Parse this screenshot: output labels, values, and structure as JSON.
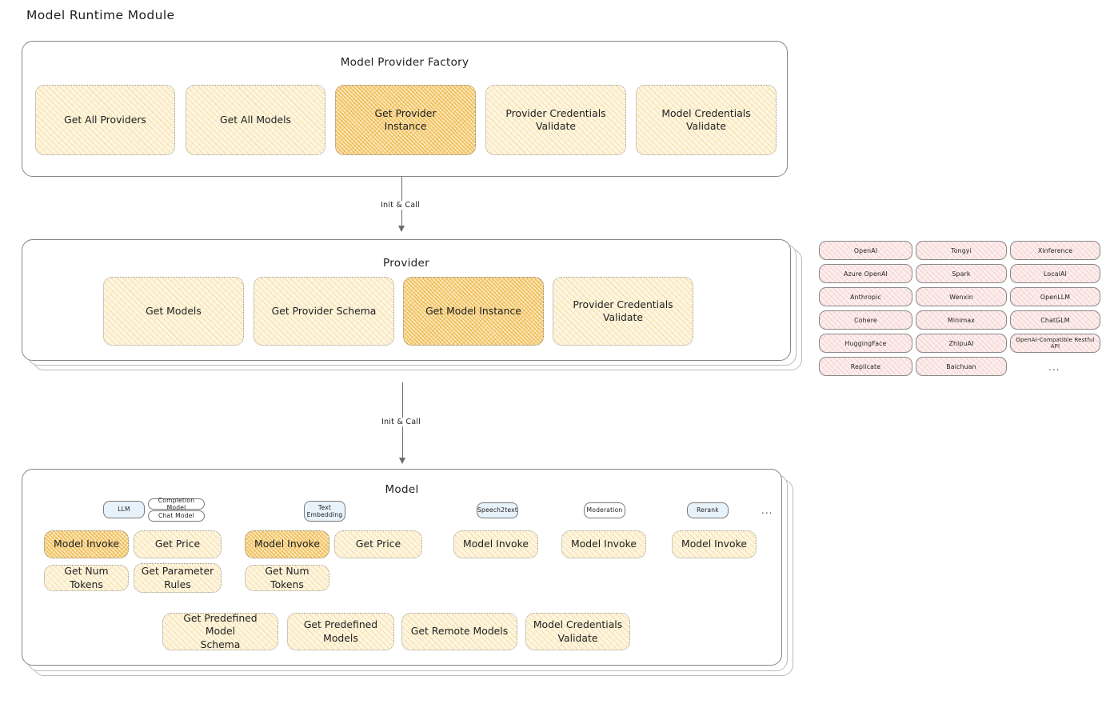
{
  "page": {
    "title": "Model Runtime Module"
  },
  "colors": {
    "node_fill": "#fdf6e3",
    "node_highlight_fill": "#fbe9bd",
    "node_stroke": "#9c9c9c",
    "panel_stroke": "#868686",
    "badge_blue": "#e8f2fb",
    "chip_pink": "#fcefee",
    "arrow": "#6d6d6d",
    "text": "#1e1e1e"
  },
  "factory": {
    "title": "Model Provider Factory",
    "nodes": [
      {
        "label": "Get All Providers",
        "highlight": false
      },
      {
        "label": "Get All Models",
        "highlight": false
      },
      {
        "label": "Get Provider\nInstance",
        "highlight": true
      },
      {
        "label": "Provider Credentials\nValidate",
        "highlight": false
      },
      {
        "label": "Model Credentials\nValidate",
        "highlight": false
      }
    ]
  },
  "arrow_factory_to_provider": {
    "label": "Init & Call"
  },
  "provider": {
    "title": "Provider",
    "nodes": [
      {
        "label": "Get Models",
        "highlight": false
      },
      {
        "label": "Get Provider Schema",
        "highlight": false
      },
      {
        "label": "Get Model Instance",
        "highlight": true
      },
      {
        "label": "Provider Credentials\nValidate",
        "highlight": false
      }
    ]
  },
  "arrow_provider_to_model": {
    "label": "Init & Call"
  },
  "provider_list": {
    "ellipsis": "...",
    "columns": [
      [
        "OpenAI",
        "Azure OpenAI",
        "Anthropic",
        "Cohere",
        "HuggingFace",
        "Replicate"
      ],
      [
        "Tongyi",
        "Spark",
        "Wenxin",
        "Minimax",
        "ZhipuAI",
        "Baichuan"
      ],
      [
        "Xinference",
        "LocalAI",
        "OpenLLM",
        "ChatGLM",
        "OpenAI-Compatible Restful API"
      ]
    ]
  },
  "model": {
    "title": "Model",
    "ellipsis": "...",
    "types": [
      {
        "name": "LLM",
        "sub_badges": [
          "Completion Model",
          "Chat Model"
        ],
        "nodes": [
          {
            "label": "Model Invoke",
            "highlight": true
          },
          {
            "label": "Get Price",
            "highlight": false
          },
          {
            "label": "Get Num Tokens",
            "highlight": false
          },
          {
            "label": "Get Parameter\nRules",
            "highlight": false
          }
        ]
      },
      {
        "name": "Text\nEmbedding",
        "sub_badges": [],
        "nodes": [
          {
            "label": "Model Invoke",
            "highlight": true
          },
          {
            "label": "Get Price",
            "highlight": false
          },
          {
            "label": "Get Num Tokens",
            "highlight": false
          }
        ]
      },
      {
        "name": "Speech2text",
        "sub_badges": [],
        "nodes": [
          {
            "label": "Model Invoke",
            "highlight": false
          }
        ]
      },
      {
        "name": "Moderation",
        "sub_badges": [],
        "nodes": [
          {
            "label": "Model Invoke",
            "highlight": false
          }
        ]
      },
      {
        "name": "Rerank",
        "sub_badges": [],
        "nodes": [
          {
            "label": "Model Invoke",
            "highlight": false
          }
        ]
      }
    ],
    "common_nodes": [
      {
        "label": "Get Predefined Model\nSchema"
      },
      {
        "label": "Get Predefined\nModels"
      },
      {
        "label": "Get Remote Models"
      },
      {
        "label": "Model Credentials\nValidate"
      }
    ]
  }
}
